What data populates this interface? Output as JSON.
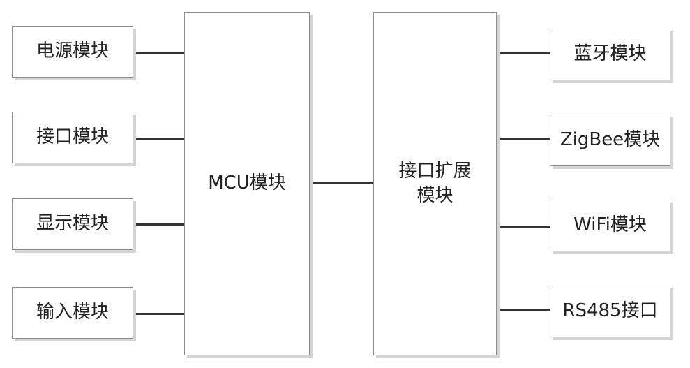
{
  "diagram": {
    "left_modules": [
      "电源模块",
      "接口模块",
      "显示模块",
      "输入模块"
    ],
    "mcu": "MCU模块",
    "expansion": {
      "line1": "接口扩展",
      "line2": "模块"
    },
    "right_modules": [
      "蓝牙模块",
      "ZigBee模块",
      "WiFi模块",
      "RS485接口"
    ]
  }
}
